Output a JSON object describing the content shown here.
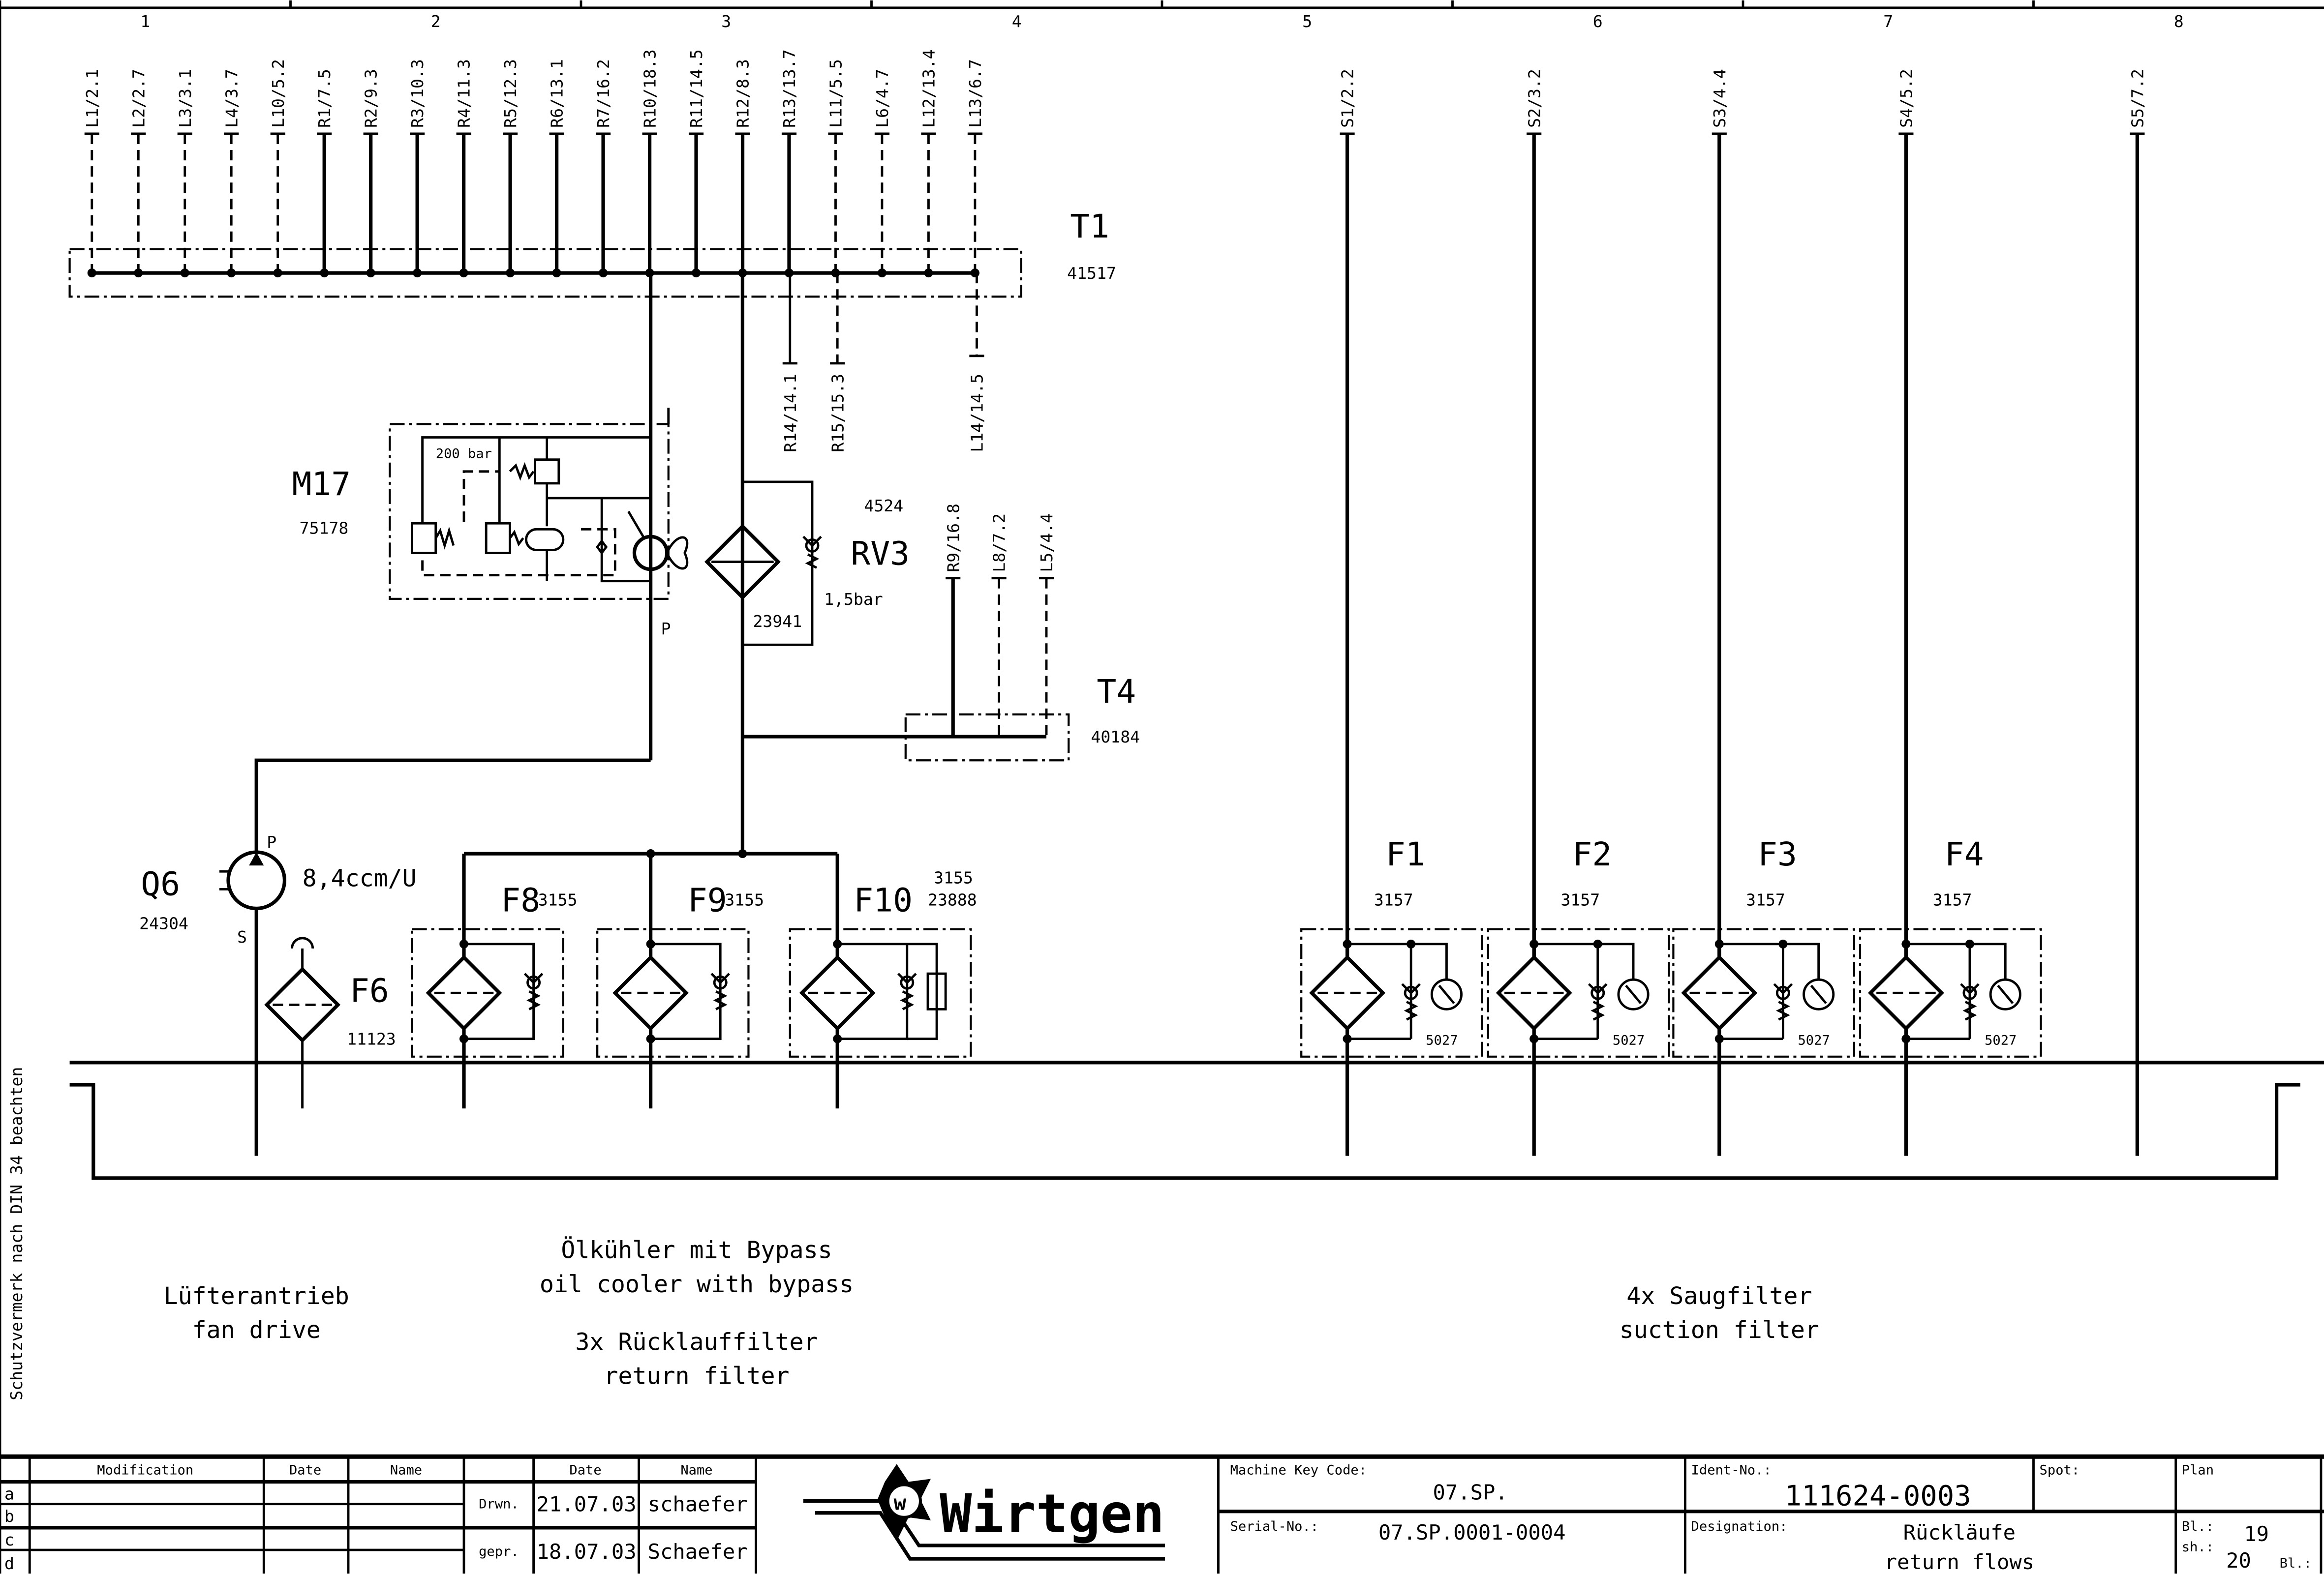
{
  "columns": [
    "1",
    "2",
    "3",
    "4",
    "5",
    "6",
    "7",
    "8"
  ],
  "top_lines": [
    {
      "label": "L1/2.1",
      "dashed": true
    },
    {
      "label": "L2/2.7",
      "dashed": true
    },
    {
      "label": "L3/3.1",
      "dashed": true
    },
    {
      "label": "L4/3.7",
      "dashed": true
    },
    {
      "label": "L10/5.2",
      "dashed": true
    },
    {
      "label": "R1/7.5",
      "dashed": false
    },
    {
      "label": "R2/9.3",
      "dashed": false
    },
    {
      "label": "R3/10.3",
      "dashed": false
    },
    {
      "label": "R4/11.3",
      "dashed": false
    },
    {
      "label": "R5/12.3",
      "dashed": false
    },
    {
      "label": "R6/13.1",
      "dashed": false
    },
    {
      "label": "R7/16.2",
      "dashed": false
    },
    {
      "label": "R10/18.3",
      "dashed": false
    },
    {
      "label": "R11/14.5",
      "dashed": false
    },
    {
      "label": "R12/8.3",
      "dashed": false
    },
    {
      "label": "R13/13.7",
      "dashed": false
    },
    {
      "label": "L11/5.5",
      "dashed": true
    },
    {
      "label": "L6/4.7",
      "dashed": true
    },
    {
      "label": "L12/13.4",
      "dashed": true
    },
    {
      "label": "L13/6.7",
      "dashed": true
    }
  ],
  "suction_lines": [
    "S1/2.2",
    "S2/3.2",
    "S3/4.4",
    "S4/5.2",
    "S5/7.2"
  ],
  "branch_lines": [
    "R14/14.1",
    "R15/15.3",
    "L14/14.5"
  ],
  "t4_lines": [
    "R9/16.8",
    "L8/7.2",
    "L5/4.4"
  ],
  "components": {
    "t1": {
      "name": "T1",
      "code": "41517"
    },
    "m17": {
      "name": "M17",
      "code": "75178",
      "pressure": "200 bar",
      "port": "P"
    },
    "rv3": {
      "name": "RV3",
      "code": "4524",
      "pressure": "1,5bar"
    },
    "cooler": {
      "code": "23941"
    },
    "t4": {
      "name": "T4",
      "code": "40184"
    },
    "q6": {
      "name": "Q6",
      "code": "24304",
      "displacement": "8,4ccm/U",
      "port_p": "P",
      "port_s": "S"
    },
    "f6": {
      "name": "F6",
      "code": "11123"
    },
    "f8": {
      "name": "F8",
      "code": "3155"
    },
    "f9": {
      "name": "F9",
      "code": "3155"
    },
    "f10": {
      "name": "F10",
      "code": "3155",
      "code2": "23888"
    },
    "suction_filters": [
      {
        "name": "F1",
        "code": "3157",
        "gauge": "5027"
      },
      {
        "name": "F2",
        "code": "3157",
        "gauge": "5027"
      },
      {
        "name": "F3",
        "code": "3157",
        "gauge": "5027"
      },
      {
        "name": "F4",
        "code": "3157",
        "gauge": "5027"
      }
    ]
  },
  "captions": {
    "fan_de": "Lüfterantrieb",
    "fan_en": "fan drive",
    "cooler_de": "Ölkühler mit Bypass",
    "cooler_en": "oil cooler with bypass",
    "return_de": "3x Rücklauffilter",
    "return_en": "return filter",
    "suction_de": "4x Saugfilter",
    "suction_en": "suction filter",
    "side_note": "Schutzvermerk nach DIN 34 beachten"
  },
  "title_block": {
    "mod_header": "Modification",
    "date_header": "Date",
    "name_header": "Name",
    "rows": [
      "a",
      "b",
      "c",
      "d"
    ],
    "drwn_label": "Drwn.",
    "drwn_date": "21.07.03",
    "drwn_name": "schaefer",
    "gepr_label": "gepr.",
    "gepr_date": "18.07.03",
    "gepr_name": "Schaefer",
    "logo": "Wirtgen",
    "machine_key_label": "Machine Key Code:",
    "machine_key": "07.SP.",
    "serial_label": "Serial-No.:",
    "serial": "07.SP.0001-0004",
    "ident_label": "Ident-No.:",
    "ident": "111624-0003",
    "spot_label": "Spot:",
    "plan_label": "Plan",
    "designation_label": "Designation:",
    "designation_de": "Rückläufe",
    "designation_en": "return flows",
    "bl_label": "Bl.:",
    "bl": "19",
    "sh_label": "sh.:",
    "sh": "20",
    "bl2_label": "Bl.:"
  }
}
